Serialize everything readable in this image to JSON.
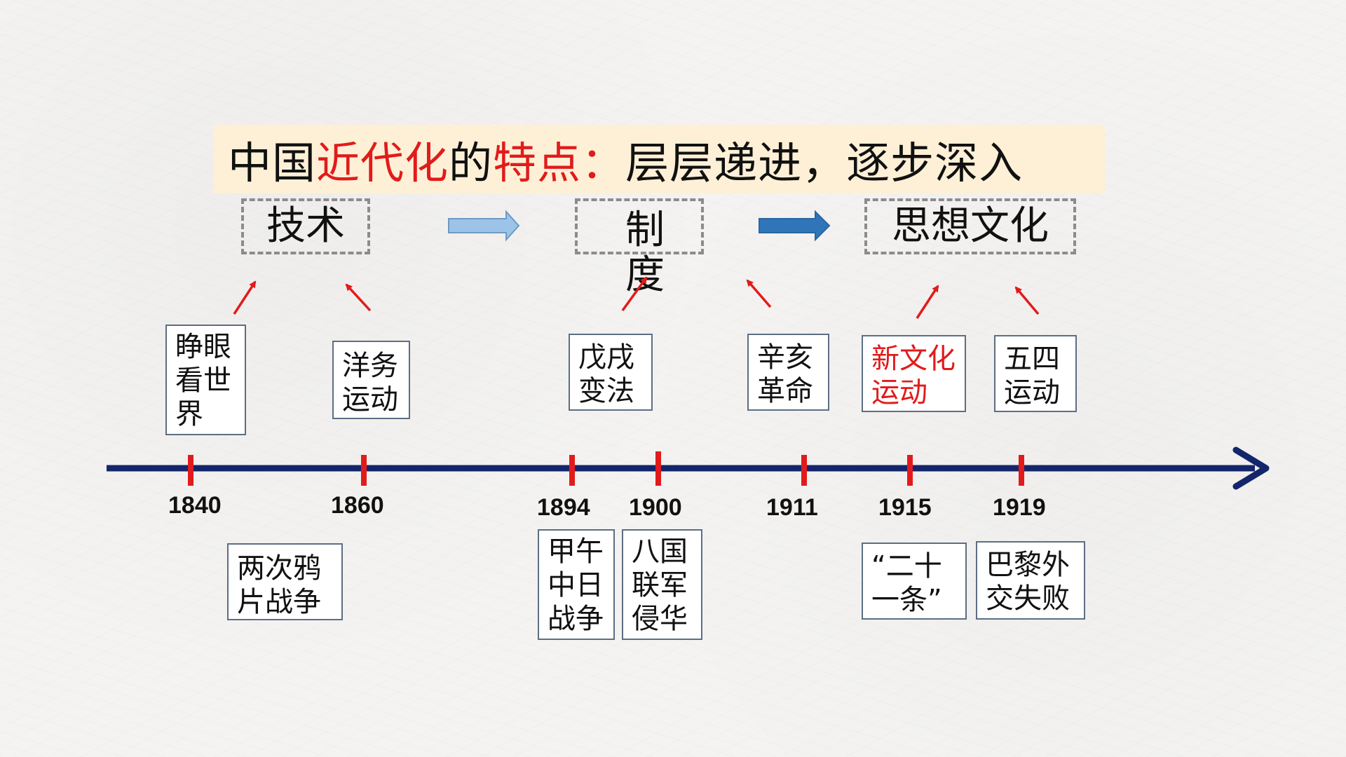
{
  "title": {
    "part1": "中国",
    "part2": "近代化",
    "part3": "的",
    "part4": "特点：",
    "part5": "层层递进，逐步深入"
  },
  "categories": [
    {
      "label": "技术"
    },
    {
      "label": "制度"
    },
    {
      "label": "思想文化"
    }
  ],
  "upper_events": [
    {
      "label": "睁眼看世界"
    },
    {
      "label": "洋务运动"
    },
    {
      "label": "戊戌变法"
    },
    {
      "label": "辛亥革命"
    },
    {
      "label": "新文化运动"
    },
    {
      "label": "五四运动"
    }
  ],
  "lower_events": [
    {
      "label": "两次鸦片战争"
    },
    {
      "label": "甲午中日战争"
    },
    {
      "label": "八国联军侵华"
    },
    {
      "label": "“二十一条”"
    },
    {
      "label": "巴黎外交失败"
    }
  ],
  "years": [
    "1840",
    "1860",
    "1894",
    "1900",
    "1911",
    "1915",
    "1919"
  ],
  "colors": {
    "timeline": "#13266b",
    "tick": "#e11b1b",
    "emphasis": "#e11b1b",
    "arrow_light": "#9cc3e8",
    "arrow_dark": "#2f75b8",
    "title_bg": "#fdf0d6"
  }
}
